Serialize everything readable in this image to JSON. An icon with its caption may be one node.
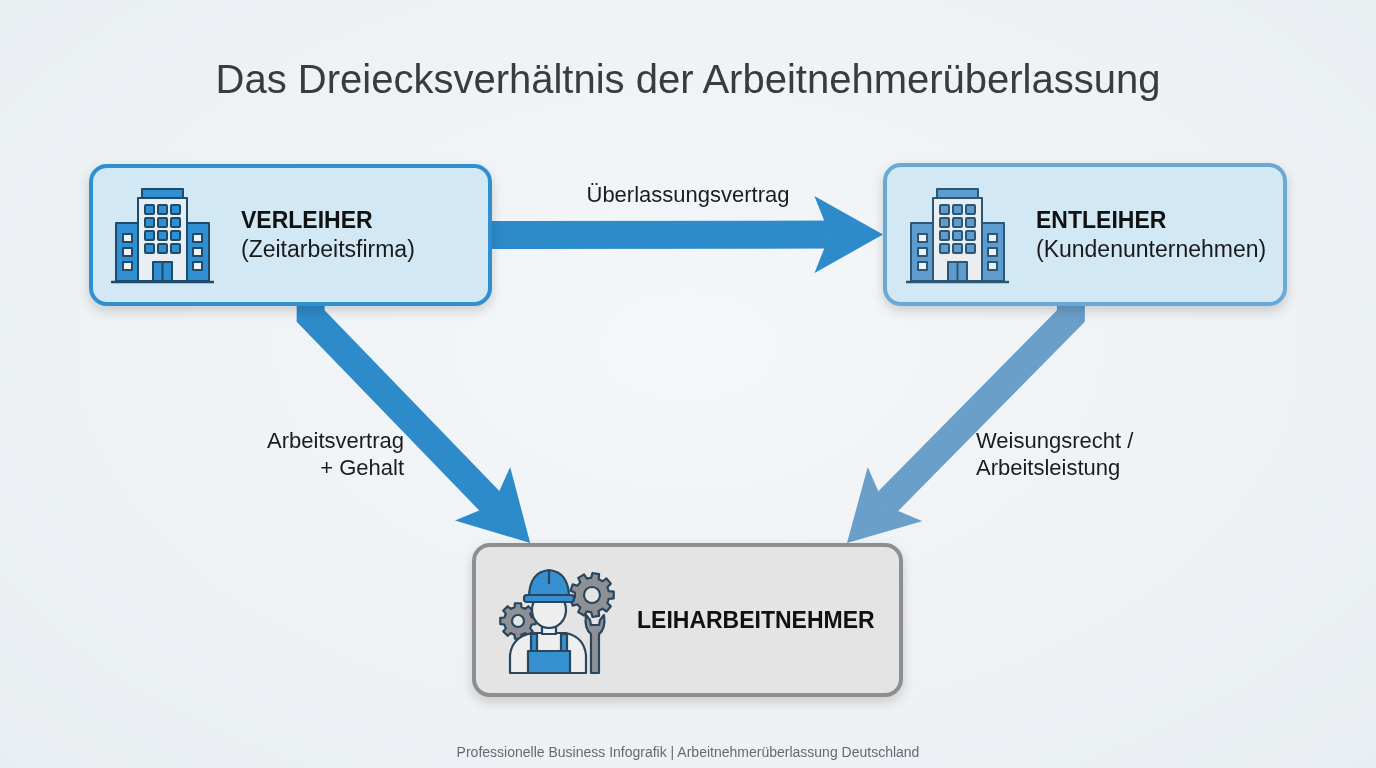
{
  "diagram": {
    "title": "Das Dreiecksverhältnis der Arbeitnehmerüberlassung",
    "caption": "Professionelle Business Infografik | Arbeitnehmerüberlassung Deutschland",
    "nodes": [
      {
        "text": [
          "VERLEIHER",
          "(Zeitarbeitsfirma)"
        ]
      },
      {
        "text": [
          "ENTLEIHER",
          "(Kundenunternehmen)"
        ]
      },
      {
        "text": [
          "LEIHARBEITNEHMER"
        ]
      }
    ],
    "edges": [
      {
        "from": 0,
        "to": 1,
        "arrow": "to",
        "label": "Überlassungsvertrag"
      },
      {
        "from": 0,
        "to": 2,
        "arrow": "to",
        "label": "Arbeitsvertrag + Gehalt"
      },
      {
        "from": 1,
        "to": 2,
        "arrow": "to",
        "label": "Weisungsrecht / Arbeitsleistung",
        "color": "#6a9fca"
      }
    ]
  }
}
